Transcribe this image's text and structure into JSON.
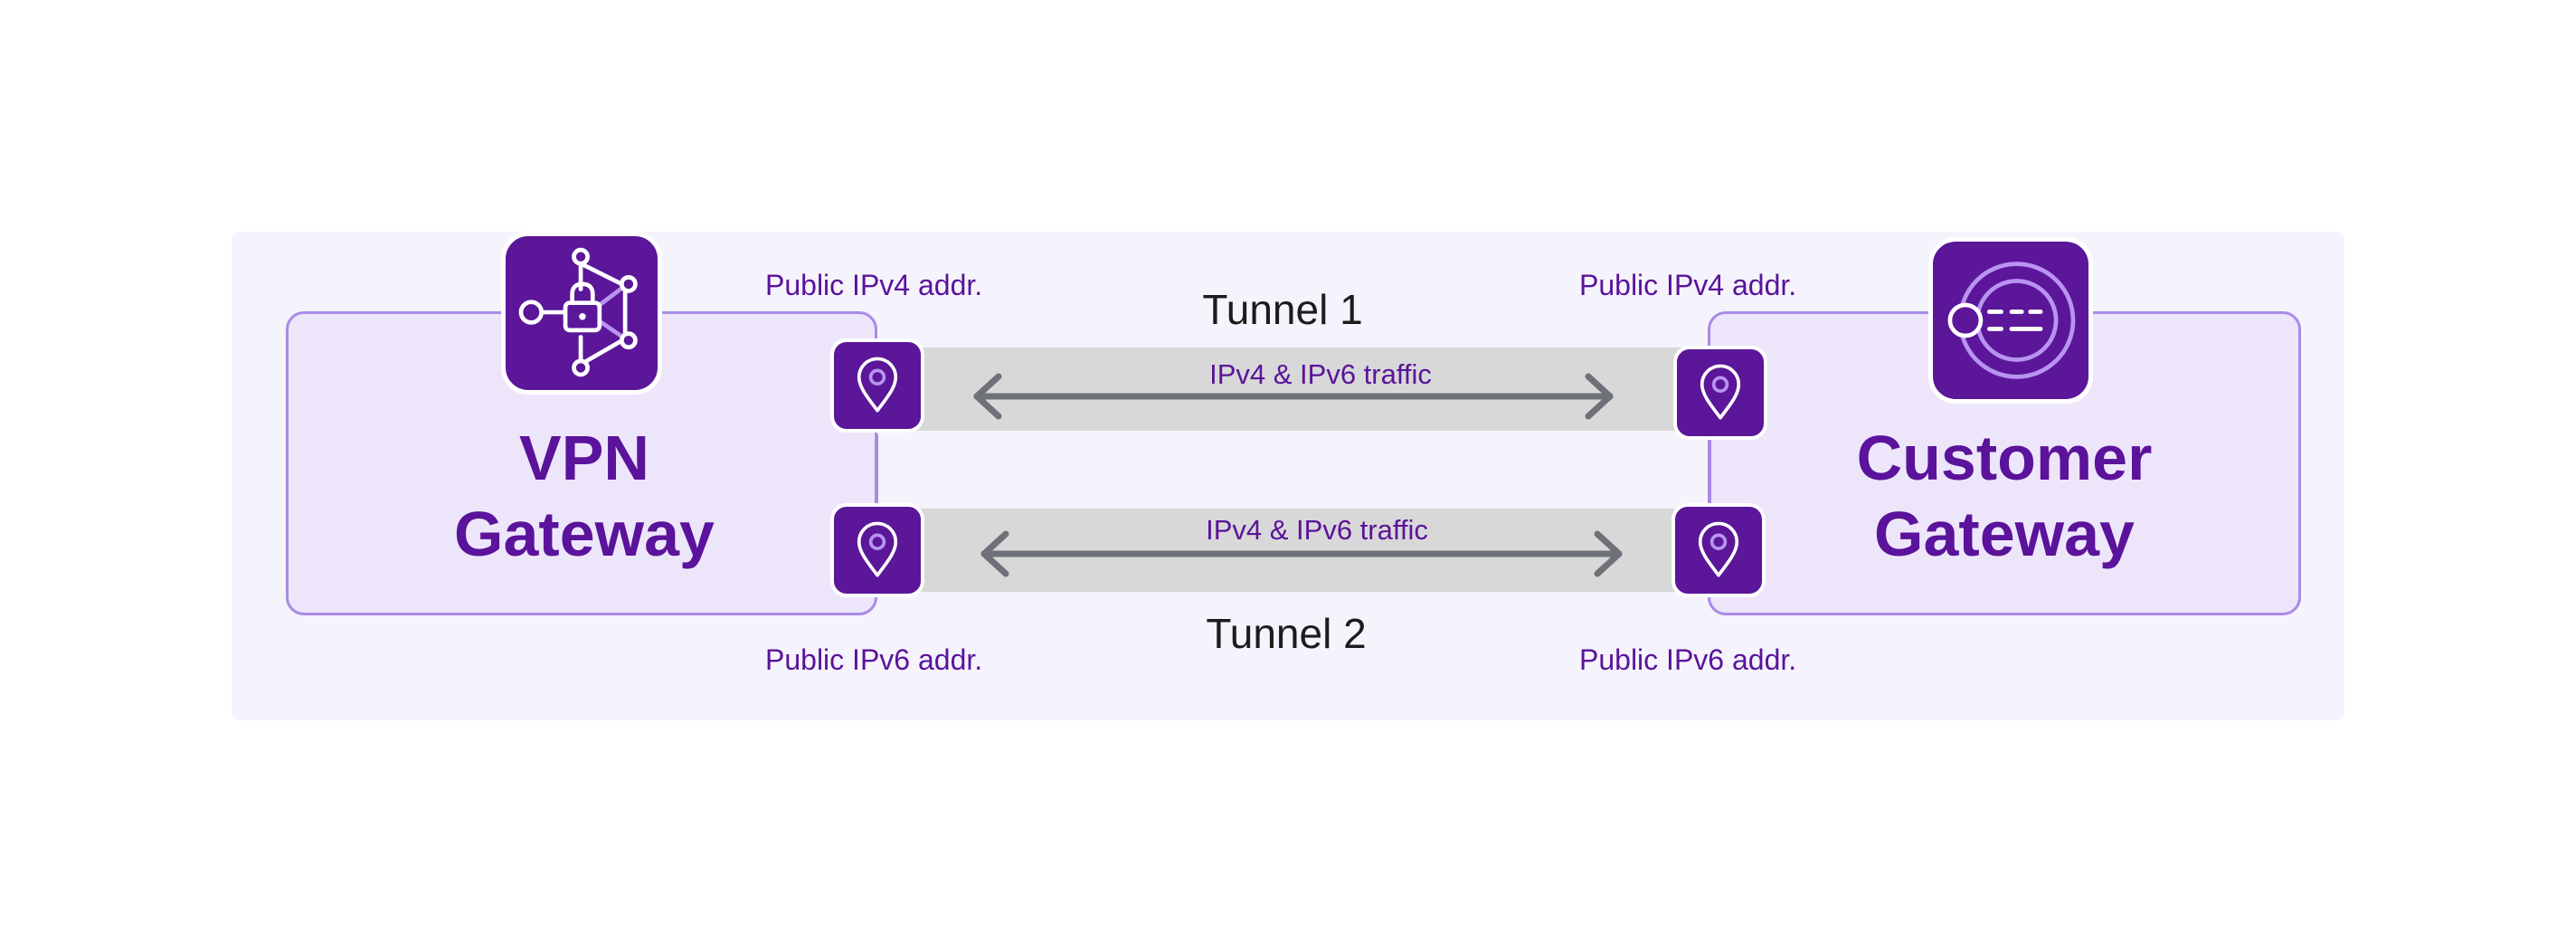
{
  "left_gateway": {
    "title_line1": "VPN",
    "title_line2": "Gateway",
    "icon": "vpn-lock-network-icon"
  },
  "right_gateway": {
    "title_line1": "Customer",
    "title_line2": "Gateway",
    "icon": "customer-gateway-icon"
  },
  "tunnels": [
    {
      "label": "Tunnel 1",
      "traffic": "IPv4 & IPv6 traffic"
    },
    {
      "label": "Tunnel 2",
      "traffic": "IPv4 & IPv6 traffic"
    }
  ],
  "addresses": {
    "left_top": "Public IPv4 addr.",
    "left_bottom": "Public IPv6 addr.",
    "right_top": "Public IPv4 addr.",
    "right_bottom": "Public IPv6 addr."
  },
  "endpoint_icon": "location-pin-icon",
  "colors": {
    "accent_purple": "#5b1699",
    "box_fill": "#ede6fb",
    "box_border": "#a98be6",
    "panel_fill": "#f5f3fc",
    "tunnel_fill": "#d8d8d8",
    "arrow": "#6e7178"
  }
}
